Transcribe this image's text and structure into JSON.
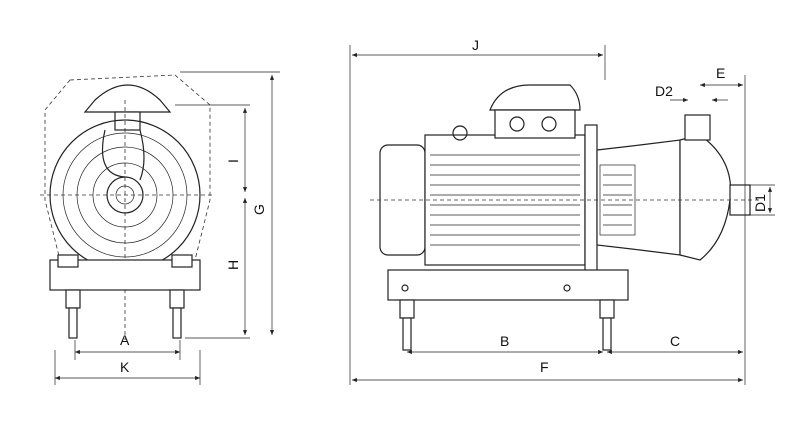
{
  "title": "Pump dimension drawing",
  "dimension_labels": {
    "A": "A",
    "K": "K",
    "I": "I",
    "G": "G",
    "H": "H",
    "J": "J",
    "E": "E",
    "D2": "D2",
    "D1": "D1",
    "B": "B",
    "C": "C",
    "F": "F"
  },
  "colors": {
    "line": "#222222",
    "background": "#ffffff"
  }
}
